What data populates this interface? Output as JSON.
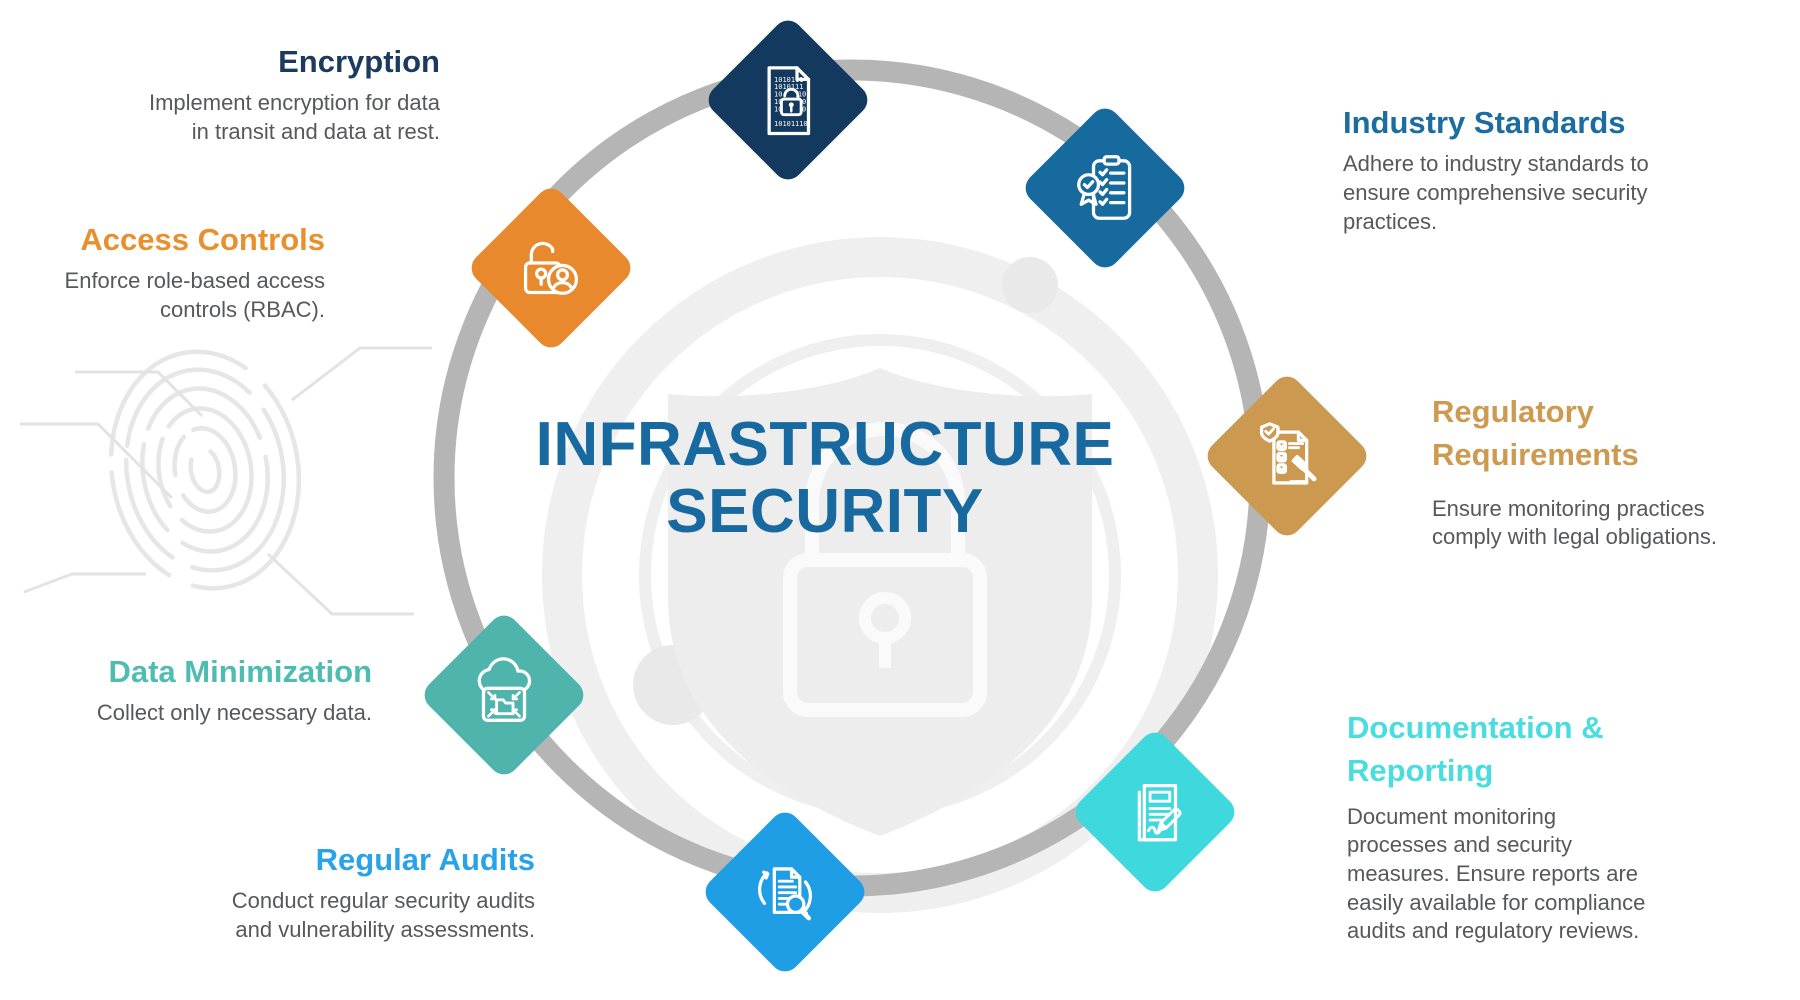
{
  "title": {
    "line1": "INFRASTRUCTURE",
    "line2": "SECURITY"
  },
  "items": [
    {
      "key": "encryption",
      "label": "Encryption",
      "description": "Implement encryption for data\nin transit and data at rest.",
      "color": "#14395e",
      "text_color": "#1b3a5e",
      "icon": "encrypted-document-icon"
    },
    {
      "key": "access-controls",
      "label": "Access Controls",
      "description": "Enforce role-based access\ncontrols (RBAC).",
      "color": "#e7892c",
      "text_color": "#e8902e",
      "icon": "unlocked-padlock-user-icon"
    },
    {
      "key": "data-minimization",
      "label": "Data Minimization",
      "description": "Collect only necessary data.",
      "color": "#4fb4ab",
      "text_color": "#4fbcb2",
      "icon": "cloud-compress-folder-icon"
    },
    {
      "key": "regular-audits",
      "label": "Regular Audits",
      "description": "Conduct regular security audits\nand vulnerability assessments.",
      "color": "#1f9de5",
      "text_color": "#29a3e8",
      "icon": "document-search-refresh-icon"
    },
    {
      "key": "industry-standards",
      "label": "Industry Standards",
      "description": "Adhere to industry standards to\nensure comprehensive security\npractices.",
      "color": "#166a9d",
      "text_color": "#1b6ca1",
      "icon": "certified-checklist-icon"
    },
    {
      "key": "regulatory-requirements",
      "label": "Regulatory\nRequirements",
      "description": "Ensure monitoring practices\ncomply with legal obligations.",
      "color": "#cc9951",
      "text_color": "#cd9a4f",
      "icon": "legal-gavel-checklist-icon"
    },
    {
      "key": "documentation-reporting",
      "label": "Documentation &\nReporting",
      "description": "Document monitoring\nprocesses and security\nmeasures. Ensure reports are\neasily available for compliance\naudits and regulatory reviews.",
      "color": "#3fd9dd",
      "text_color": "#4adde0",
      "icon": "report-signing-icon"
    }
  ],
  "colors": {
    "title": "#17699f",
    "body_text": "#57585a",
    "ring": "#b5b5b5",
    "watermark": "#ededed"
  }
}
